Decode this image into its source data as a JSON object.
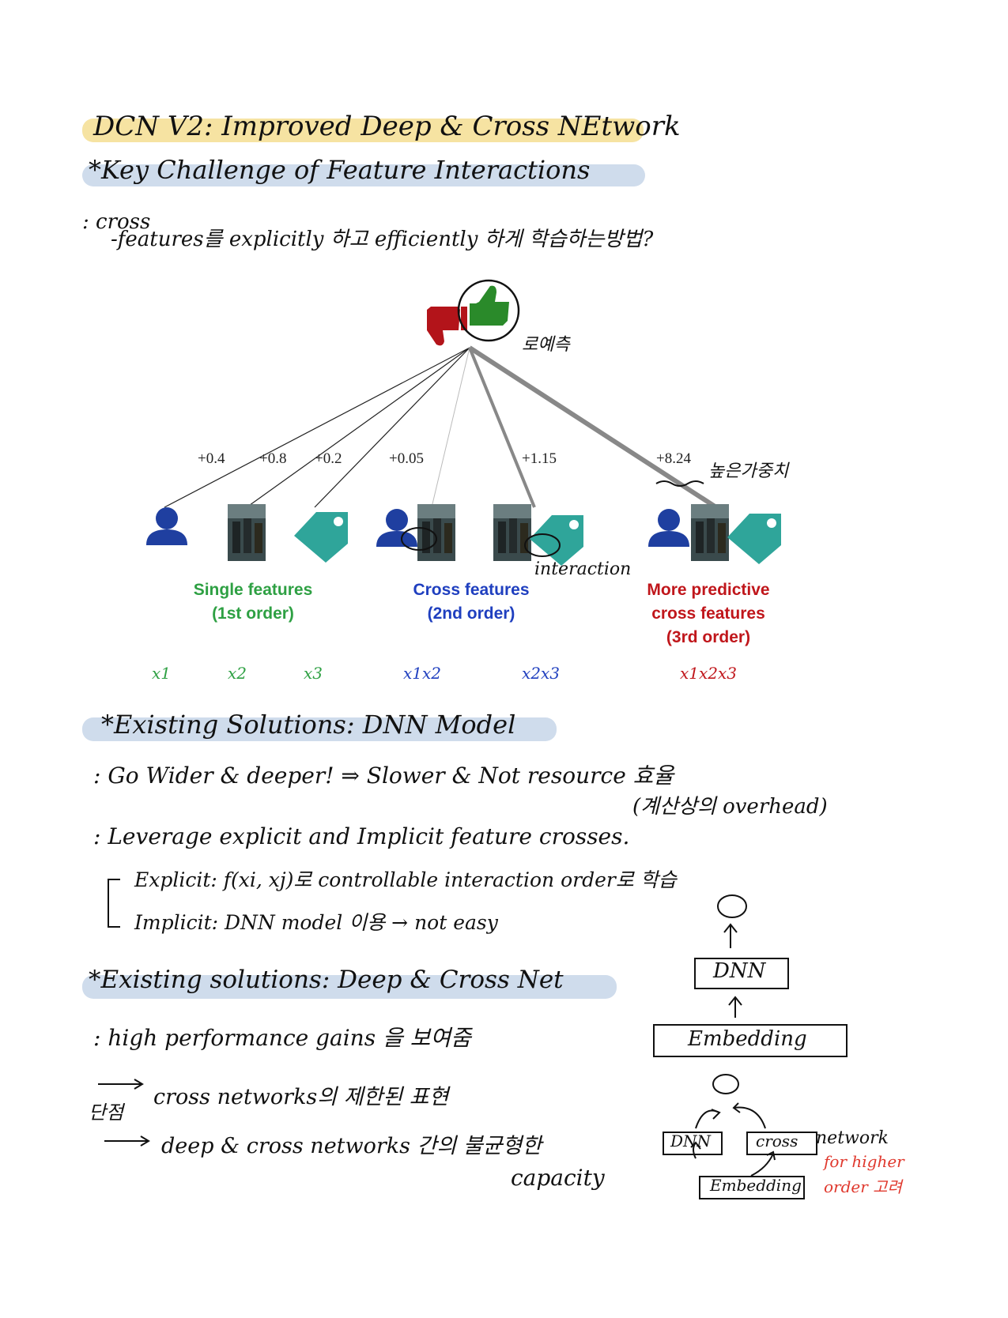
{
  "title": "DCN V2: Improved Deep & Cross NEtwork",
  "section1": {
    "heading": "*Key Challenge of Feature Interactions",
    "question_line1": ": cross",
    "question_line2": "-features를 explicitly 하고 efficiently 하게 학습하는방법?",
    "pred_note": "로예측"
  },
  "diagram": {
    "weights": [
      "+0.4",
      "+0.8",
      "+0.2",
      "+0.05",
      "+1.15",
      "+8.24"
    ],
    "weight_note": "높은가중치",
    "interaction_note": "interaction",
    "groups": [
      {
        "label_line1": "Single features",
        "label_line2": "(1st order)",
        "label_line3": "",
        "color": "#2ea043"
      },
      {
        "label_line1": "Cross features",
        "label_line2": "(2nd order)",
        "label_line3": "",
        "color": "#1f3fbf"
      },
      {
        "label_line1": "More predictive",
        "label_line2": "cross features",
        "label_line3": "(3rd order)",
        "color": "#c0161b"
      }
    ],
    "vars": [
      "x1",
      "x2",
      "x3",
      "x1x2",
      "x2x3",
      "x1x2x3"
    ]
  },
  "section2": {
    "heading": "*Existing Solutions: DNN Model",
    "line1": ": Go Wider & deeper! ⇒ Slower & Not resource 효율",
    "line1b": "(계산상의 overhead)",
    "line2": ": Leverage explicit and Implicit feature crosses.",
    "explicit": "Explicit: f(xi, xj)로 controllable interaction order로 학습",
    "implicit": "Implicit: DNN model 이용 → not easy"
  },
  "section3": {
    "heading": "*Existing solutions: Deep & Cross Net",
    "line1": ": high performance gains 을 보여줌",
    "drawback_label": "단점",
    "drawback1": "cross networks의 제한된 표현",
    "drawback2": "deep & cross networks 간의 불균형한",
    "drawback2b": "capacity"
  },
  "arch1": {
    "dnn": "DNN",
    "embedding": "Embedding"
  },
  "arch2": {
    "dnn": "DNN",
    "cross": "cross",
    "network": "network",
    "embedding": "Embedding",
    "note1": "for higher",
    "note2": "order 고려"
  }
}
